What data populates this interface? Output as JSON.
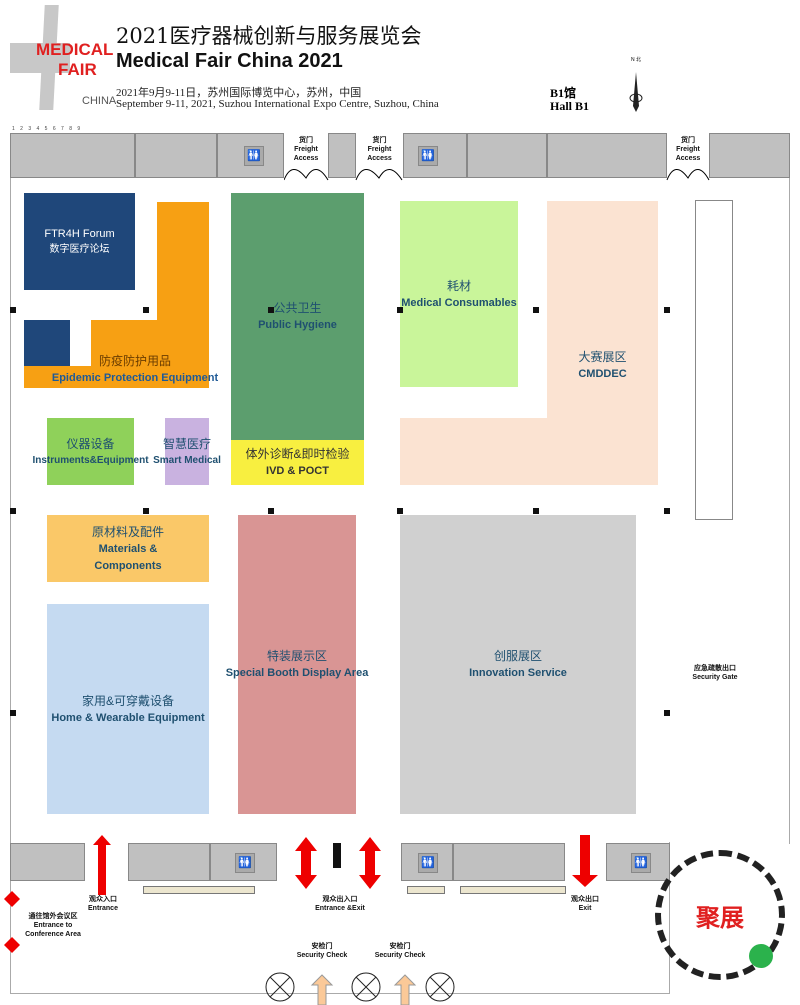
{
  "header": {
    "logo": {
      "line1": "MEDICAL",
      "line2": "FAIR",
      "line3": "CHINA"
    },
    "title_cn": "2021医疗器械创新与服务展览会",
    "title_en": "Medical Fair China 2021",
    "date_cn": "2021年9月9-11日，苏州国际博览中心，苏州，中国",
    "date_en": "September 9-11, 2021, Suzhou International Expo Centre, Suzhou, China",
    "hall_cn": "B1馆",
    "hall_en": "Hall B1",
    "north": "N 北"
  },
  "ruler": "1 2 3 4 5 6 7 8 9",
  "freight": {
    "cn": "货门",
    "en": "Freight Access"
  },
  "zones": {
    "ftr4h": {
      "en": "FTR4H Forum",
      "cn": "数字医疗论坛"
    },
    "epidemic": {
      "cn": "防疫防护用品",
      "en": "Epidemic Protection Equipment"
    },
    "hygiene": {
      "cn": "公共卫生",
      "en": "Public Hygiene"
    },
    "ivd": {
      "cn": "体外诊断&即时检验",
      "en": "IVD & POCT"
    },
    "consumables": {
      "cn": "耗材",
      "en": "Medical Consumables"
    },
    "cmddec": {
      "cn": "大赛展区",
      "en": "CMDDEC"
    },
    "instruments": {
      "cn": "仪器设备",
      "en": "Instruments&Equipment"
    },
    "smart": {
      "cn": "智慧医疗",
      "en": "Smart Medical"
    },
    "materials": {
      "cn": "原材料及配件",
      "en": "Materials & Components"
    },
    "home": {
      "cn": "家用&可穿戴设备",
      "en": "Home & Wearable  Equipment"
    },
    "special": {
      "cn": "特装展示区",
      "en": "Special Booth Display Area"
    },
    "innovation": {
      "cn": "创服展区",
      "en": "Innovation Service"
    }
  },
  "exits": {
    "security_gate": {
      "cn": "应急疏散出口",
      "en": "Security Gate"
    },
    "entrance": {
      "cn": "观众入口",
      "en": "Entrance"
    },
    "entrance_exit": {
      "cn": "观众出入口",
      "en": "Entrance &Exit"
    },
    "exit": {
      "cn": "观众出口",
      "en": "Exit"
    },
    "conference": {
      "cn": "通往馆外会议区",
      "en": "Entrance to Conference Area"
    },
    "security1": {
      "cn": "安检门",
      "en": "Security Check"
    },
    "security2": {
      "cn": "安检门",
      "en": "Security Check"
    }
  },
  "qr": {
    "label": "聚展"
  },
  "colors": {
    "ftr4h": "#1f477a",
    "epidemic": "#f7a013",
    "hygiene": "#5c9e6e",
    "ivd": "#f8ef40",
    "consumables": "#c9f59a",
    "cmddec": "#fbe3d2",
    "instruments": "#8fd15a",
    "smart": "#c9b2e0",
    "materials": "#fac868",
    "home": "#c5daf1",
    "special": "#d99594",
    "innovation": "#d0d0d0"
  }
}
